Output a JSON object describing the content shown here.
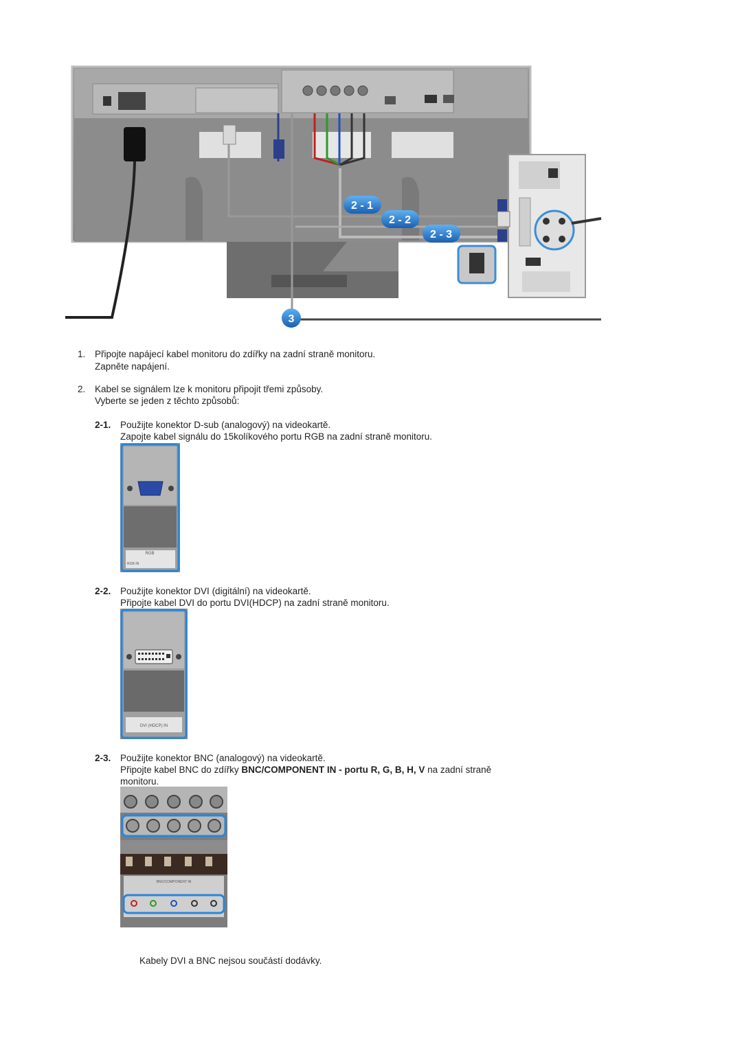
{
  "diagram": {
    "badges": [
      "2 - 1",
      "2 - 2",
      "2 - 3",
      "3"
    ]
  },
  "steps": [
    {
      "num": "1.",
      "lines": [
        "Připojte napájecí kabel monitoru do zdířky na zadní straně monitoru.",
        "Zapněte napájení."
      ]
    },
    {
      "num": "2.",
      "lines": [
        "Kabel se signálem lze k monitoru připojit třemi způsoby.",
        "Vyberte se jeden z těchto způsobů:"
      ]
    }
  ],
  "substeps": [
    {
      "num": "2-1.",
      "line1": "Použijte konektor D-sub (analogový) na videokartě.",
      "line2": "Zapojte kabel signálu do 15kolíkového portu RGB na zadní straně monitoru.",
      "photo_labels": [
        "RGB",
        "RGB IN"
      ]
    },
    {
      "num": "2-2.",
      "line1": "Použijte konektor DVI (digitální) na videokartě.",
      "line2": "Připojte kabel DVI do portu DVI(HDCP) na zadní straně monitoru.",
      "photo_labels": [
        "DVI (HDCP) IN"
      ]
    },
    {
      "num": "2-3.",
      "line1": "Použijte konektor BNC (analogový) na videokartě.",
      "line2_pre": "Připojte kabel BNC do zdířky ",
      "line2_bold": "BNC/COMPONENT IN - portu R, G, B, H, V",
      "line2_post": " na zadní straně",
      "line3": "monitoru.",
      "photo_labels": [
        "BNC/COMPONENT IN"
      ]
    }
  ],
  "note": "Kabely DVI a BNC nejsou součástí dodávky."
}
